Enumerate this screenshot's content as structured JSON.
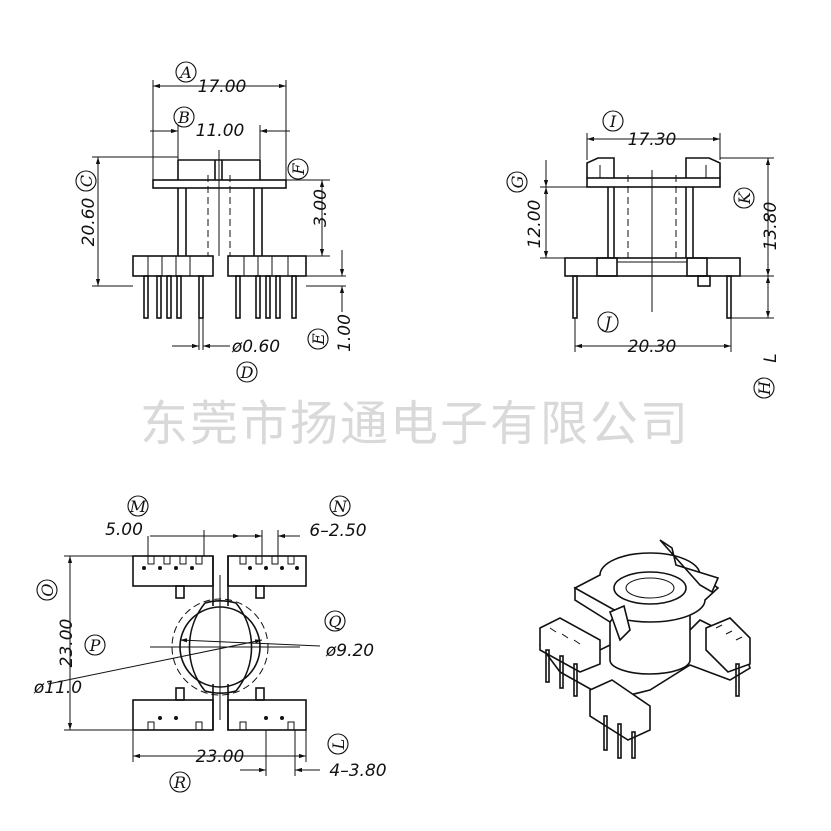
{
  "watermark": "东莞市扬通电子有限公司",
  "front_view": {
    "labels": {
      "A": "A",
      "B": "B",
      "C": "C",
      "D": "D",
      "E": "E",
      "F": "F"
    },
    "dims": {
      "A": "17.00",
      "B": "11.00",
      "C": "20.60",
      "D": "ø0.60",
      "E": "1.00",
      "F": "3.00"
    }
  },
  "side_view": {
    "labels": {
      "G": "G",
      "H": "H",
      "I": "I",
      "J": "J",
      "K": "K",
      "L": "L"
    },
    "dims": {
      "G": "12.00",
      "I": "17.30",
      "J": "20.30",
      "K": "13.80",
      "L": "L"
    }
  },
  "bottom_view": {
    "labels": {
      "M": "M",
      "N": "N",
      "O": "O",
      "P": "P",
      "Q": "Q",
      "R": "R",
      "L2": "L"
    },
    "dims": {
      "M": "5.00",
      "N": "6–2.50",
      "O": "23.00",
      "P": "ø11.0",
      "Q": "ø9.20",
      "R": "23.00",
      "L2": "4–3.80"
    }
  },
  "iso_view": {
    "name": "isometric bobbin view"
  }
}
